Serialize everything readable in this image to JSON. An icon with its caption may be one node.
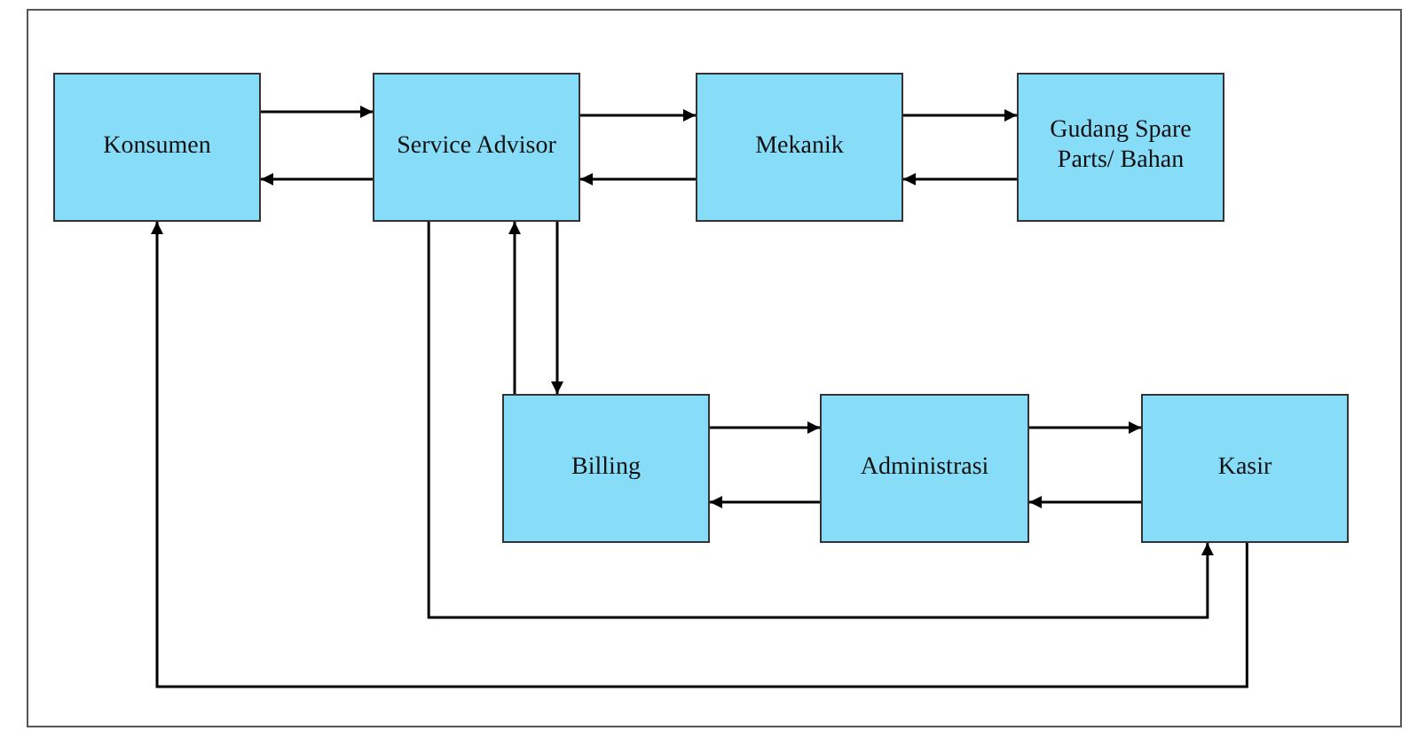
{
  "diagram": {
    "nodes": [
      {
        "text": [
          "Konsumen"
        ]
      },
      {
        "text": [
          "Service Advisor"
        ]
      },
      {
        "text": [
          "Mekanik"
        ]
      },
      {
        "text": [
          "Gudang Spare Parts/ Bahan"
        ]
      },
      {
        "text": [
          "Billing"
        ]
      },
      {
        "text": [
          "Administrasi"
        ]
      },
      {
        "text": [
          "Kasir"
        ]
      }
    ],
    "edges": [
      {
        "from": 0,
        "to": 1,
        "arrow": "to"
      },
      {
        "from": 1,
        "to": 0,
        "arrow": "to"
      },
      {
        "from": 1,
        "to": 2,
        "arrow": "to"
      },
      {
        "from": 2,
        "to": 1,
        "arrow": "to"
      },
      {
        "from": 2,
        "to": 3,
        "arrow": "to"
      },
      {
        "from": 3,
        "to": 2,
        "arrow": "to"
      },
      {
        "from": 4,
        "to": 1,
        "arrow": "to"
      },
      {
        "from": 1,
        "to": 4,
        "arrow": "to"
      },
      {
        "from": 4,
        "to": 5,
        "arrow": "to"
      },
      {
        "from": 5,
        "to": 4,
        "arrow": "to"
      },
      {
        "from": 5,
        "to": 6,
        "arrow": "to"
      },
      {
        "from": 6,
        "to": 5,
        "arrow": "to"
      },
      {
        "from": 1,
        "to": 6,
        "arrow": "to"
      },
      {
        "from": 6,
        "to": 0,
        "arrow": "to"
      }
    ]
  }
}
